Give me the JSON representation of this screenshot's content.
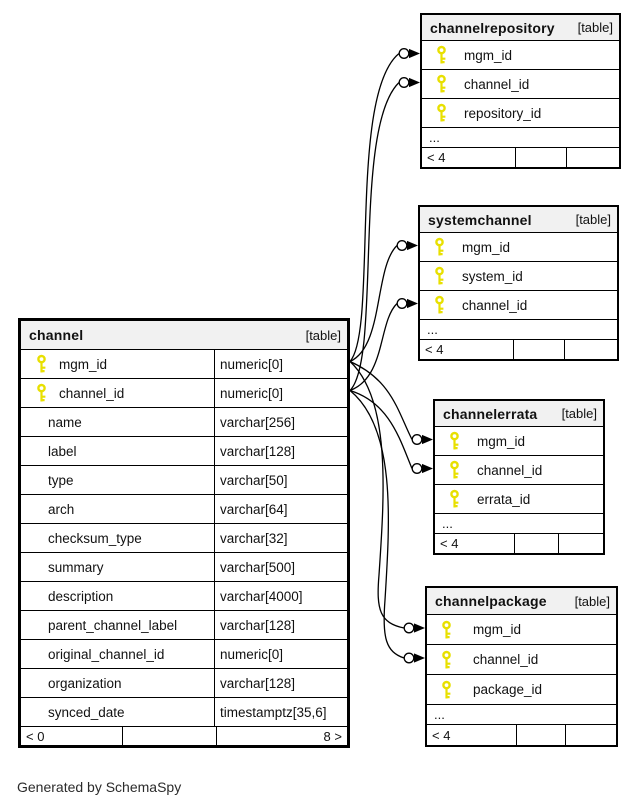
{
  "page": {
    "footer_note": "Generated by SchemaSpy"
  },
  "colors": {
    "key_yellow": "#e8e000",
    "header_bg": "#f1f1f1",
    "border": "#000000",
    "line": "#000000"
  },
  "icons": {
    "primary_key": "key-icon"
  },
  "tables": [
    {
      "id": "channel",
      "name": "channel",
      "tag": "[table]",
      "columns": [
        {
          "name": "mgm_id",
          "type": "numeric[0]",
          "key": true
        },
        {
          "name": "channel_id",
          "type": "numeric[0]",
          "key": true
        },
        {
          "name": "name",
          "type": "varchar[256]",
          "key": false
        },
        {
          "name": "label",
          "type": "varchar[128]",
          "key": false
        },
        {
          "name": "type",
          "type": "varchar[50]",
          "key": false
        },
        {
          "name": "arch",
          "type": "varchar[64]",
          "key": false
        },
        {
          "name": "checksum_type",
          "type": "varchar[32]",
          "key": false
        },
        {
          "name": "summary",
          "type": "varchar[500]",
          "key": false
        },
        {
          "name": "description",
          "type": "varchar[4000]",
          "key": false
        },
        {
          "name": "parent_channel_label",
          "type": "varchar[128]",
          "key": false
        },
        {
          "name": "original_channel_id",
          "type": "numeric[0]",
          "key": false
        },
        {
          "name": "organization",
          "type": "varchar[128]",
          "key": false
        },
        {
          "name": "synced_date",
          "type": "timestamptz[35,6]",
          "key": false
        }
      ],
      "truncated": false,
      "footer": [
        "< 0",
        "",
        "8 >"
      ]
    },
    {
      "id": "channelrepository",
      "name": "channelrepository",
      "tag": "[table]",
      "columns": [
        {
          "name": "mgm_id",
          "key": true
        },
        {
          "name": "channel_id",
          "key": true
        },
        {
          "name": "repository_id",
          "key": true
        }
      ],
      "truncated": true,
      "ellipsis": "...",
      "footer": [
        "< 4",
        "",
        ""
      ]
    },
    {
      "id": "systemchannel",
      "name": "systemchannel",
      "tag": "[table]",
      "columns": [
        {
          "name": "mgm_id",
          "key": true
        },
        {
          "name": "system_id",
          "key": true
        },
        {
          "name": "channel_id",
          "key": true
        }
      ],
      "truncated": true,
      "ellipsis": "...",
      "footer": [
        "< 4",
        "",
        ""
      ]
    },
    {
      "id": "channelerrata",
      "name": "channelerrata",
      "tag": "[table]",
      "columns": [
        {
          "name": "mgm_id",
          "key": true
        },
        {
          "name": "channel_id",
          "key": true
        },
        {
          "name": "errata_id",
          "key": true
        }
      ],
      "truncated": true,
      "ellipsis": "...",
      "footer": [
        "< 4",
        "",
        ""
      ]
    },
    {
      "id": "channelpackage",
      "name": "channelpackage",
      "tag": "[table]",
      "columns": [
        {
          "name": "mgm_id",
          "key": true
        },
        {
          "name": "channel_id",
          "key": true
        },
        {
          "name": "package_id",
          "key": true
        }
      ],
      "truncated": true,
      "ellipsis": "...",
      "footer": [
        "< 4",
        "",
        ""
      ]
    }
  ],
  "connections": [
    {
      "from": "channel.mgm_id",
      "to": "channelrepository.mgm_id"
    },
    {
      "from": "channel.channel_id",
      "to": "channelrepository.channel_id"
    },
    {
      "from": "channel.mgm_id",
      "to": "systemchannel.mgm_id"
    },
    {
      "from": "channel.channel_id",
      "to": "systemchannel.channel_id"
    },
    {
      "from": "channel.mgm_id",
      "to": "channelerrata.mgm_id"
    },
    {
      "from": "channel.channel_id",
      "to": "channelerrata.channel_id"
    },
    {
      "from": "channel.mgm_id",
      "to": "channelpackage.mgm_id"
    },
    {
      "from": "channel.channel_id",
      "to": "channelpackage.channel_id"
    }
  ]
}
